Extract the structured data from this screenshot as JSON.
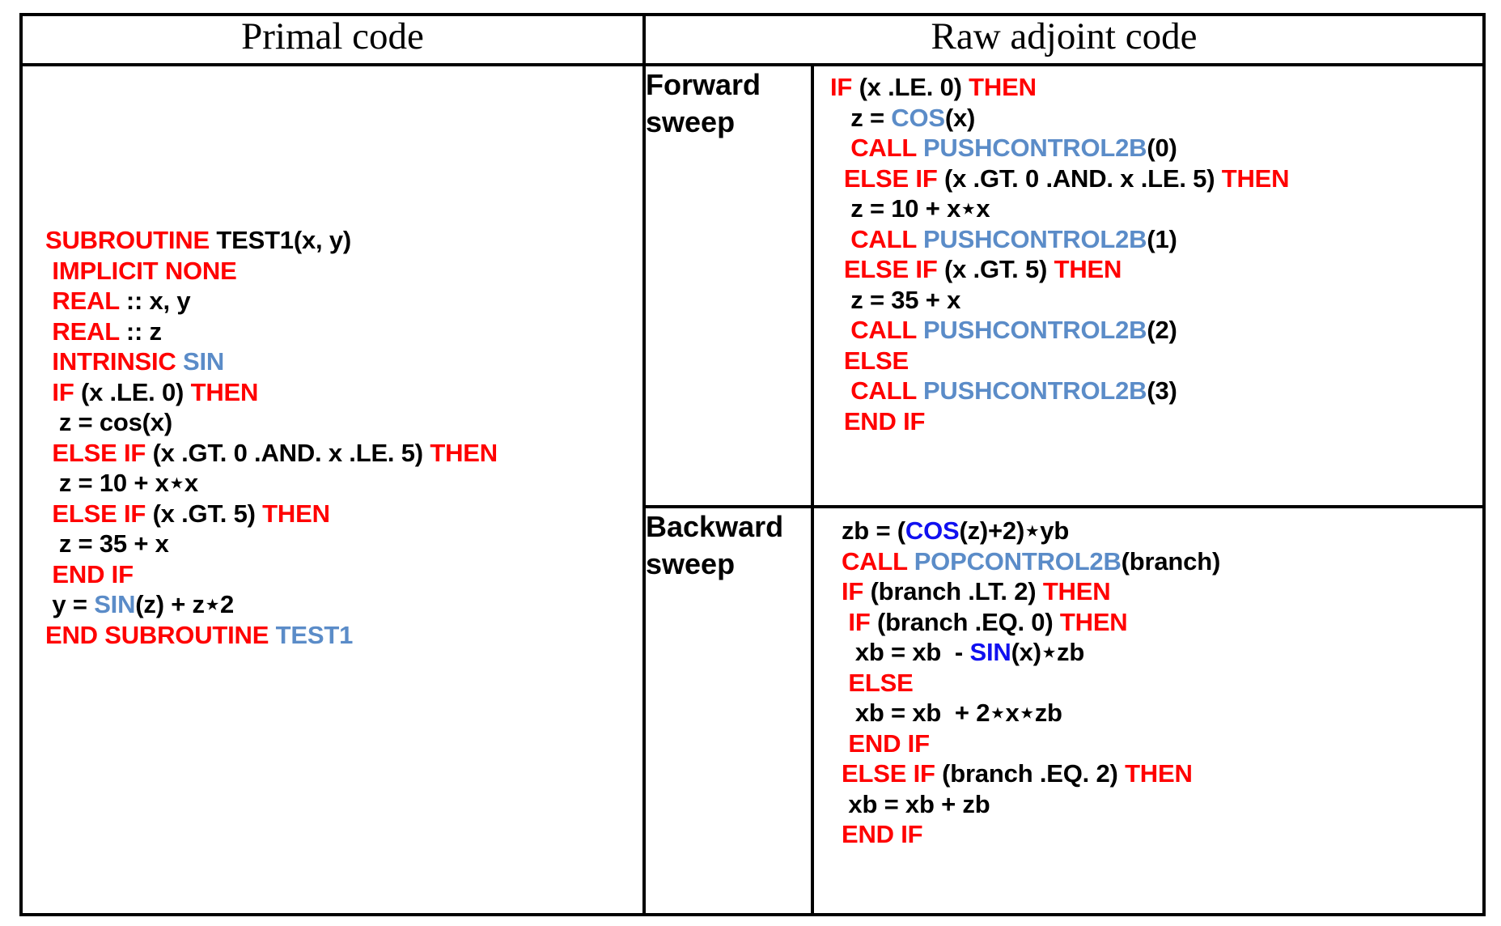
{
  "colors": {
    "keyword_red": "#ff0000",
    "intrinsic_blue": "#5b8cc8",
    "intrinsic_blue_bright": "#1010f0",
    "identifier_black": "#000000",
    "border": "#000000",
    "background": "#ffffff"
  },
  "headers": {
    "left": "Primal code",
    "right": "Raw adjoint code"
  },
  "row_labels": {
    "forward": {
      "line1": "Forward",
      "line2": "sweep"
    },
    "backward": {
      "line1": "Backward",
      "line2": "sweep"
    }
  },
  "primal_code": {
    "language": "Fortran",
    "lines": [
      [
        {
          "t": "SUBROUTINE ",
          "c": "kw"
        },
        {
          "t": "TEST1(x, y)",
          "c": "id"
        }
      ],
      [
        {
          "t": " IMPLICIT NONE",
          "c": "kw"
        }
      ],
      [
        {
          "t": " REAL ",
          "c": "kw"
        },
        {
          "t": ":: x, y",
          "c": "id"
        }
      ],
      [
        {
          "t": " REAL ",
          "c": "kw"
        },
        {
          "t": ":: z",
          "c": "id"
        }
      ],
      [
        {
          "t": " INTRINSIC ",
          "c": "kw"
        },
        {
          "t": "SIN",
          "c": "fn"
        }
      ],
      [
        {
          "t": " IF ",
          "c": "kw"
        },
        {
          "t": "(x .LE. 0) ",
          "c": "id"
        },
        {
          "t": "THEN",
          "c": "kw"
        }
      ],
      [
        {
          "t": "  z = cos(x)",
          "c": "id"
        }
      ],
      [
        {
          "t": " ELSE IF ",
          "c": "kw"
        },
        {
          "t": "(x .GT. 0 .AND. x .LE. 5) ",
          "c": "id"
        },
        {
          "t": "THEN",
          "c": "kw"
        }
      ],
      [
        {
          "t": "  z = 10 + x⋆x",
          "c": "id"
        }
      ],
      [
        {
          "t": " ELSE IF ",
          "c": "kw"
        },
        {
          "t": "(x .GT. 5) ",
          "c": "id"
        },
        {
          "t": "THEN",
          "c": "kw"
        }
      ],
      [
        {
          "t": "  z = 35 + x",
          "c": "id"
        }
      ],
      [
        {
          "t": " END IF",
          "c": "kw"
        }
      ],
      [
        {
          "t": " y = ",
          "c": "id"
        },
        {
          "t": "SIN",
          "c": "fn"
        },
        {
          "t": "(z) + z⋆2",
          "c": "id"
        }
      ],
      [
        {
          "t": "END SUBROUTINE ",
          "c": "kw"
        },
        {
          "t": "TEST1",
          "c": "fn"
        }
      ]
    ]
  },
  "forward_sweep_code": {
    "lines": [
      [
        {
          "t": "IF ",
          "c": "kw"
        },
        {
          "t": "(x .LE. 0) ",
          "c": "id"
        },
        {
          "t": "THEN",
          "c": "kw"
        }
      ],
      [
        {
          "t": "   z = ",
          "c": "id"
        },
        {
          "t": "COS",
          "c": "fn"
        },
        {
          "t": "(x)",
          "c": "id"
        }
      ],
      [
        {
          "t": "   ",
          "c": "id"
        },
        {
          "t": "CALL ",
          "c": "kw"
        },
        {
          "t": "PUSHCONTROL2B",
          "c": "fn"
        },
        {
          "t": "(0)",
          "c": "id"
        }
      ],
      [
        {
          "t": "  ELSE IF ",
          "c": "kw"
        },
        {
          "t": "(x .GT. 0 .AND. x .LE. 5) ",
          "c": "id"
        },
        {
          "t": "THEN",
          "c": "kw"
        }
      ],
      [
        {
          "t": "   z = 10 + x⋆x",
          "c": "id"
        }
      ],
      [
        {
          "t": "   ",
          "c": "id"
        },
        {
          "t": "CALL ",
          "c": "kw"
        },
        {
          "t": "PUSHCONTROL2B",
          "c": "fn"
        },
        {
          "t": "(1)",
          "c": "id"
        }
      ],
      [
        {
          "t": "  ELSE IF ",
          "c": "kw"
        },
        {
          "t": "(x .GT. 5) ",
          "c": "id"
        },
        {
          "t": "THEN",
          "c": "kw"
        }
      ],
      [
        {
          "t": "   z = 35 + x",
          "c": "id"
        }
      ],
      [
        {
          "t": "   ",
          "c": "id"
        },
        {
          "t": "CALL ",
          "c": "kw"
        },
        {
          "t": "PUSHCONTROL2B",
          "c": "fn"
        },
        {
          "t": "(2)",
          "c": "id"
        }
      ],
      [
        {
          "t": "  ELSE",
          "c": "kw"
        }
      ],
      [
        {
          "t": "   ",
          "c": "id"
        },
        {
          "t": "CALL ",
          "c": "kw"
        },
        {
          "t": "PUSHCONTROL2B",
          "c": "fn"
        },
        {
          "t": "(3)",
          "c": "id"
        }
      ],
      [
        {
          "t": "  END IF",
          "c": "kw"
        }
      ]
    ]
  },
  "backward_sweep_code": {
    "lines": [
      [
        {
          "t": "zb = (",
          "c": "id"
        },
        {
          "t": "COS",
          "c": "fn2"
        },
        {
          "t": "(z)+2)⋆yb",
          "c": "id"
        }
      ],
      [
        {
          "t": "CALL ",
          "c": "kw"
        },
        {
          "t": "POPCONTROL2B",
          "c": "fn"
        },
        {
          "t": "(branch)",
          "c": "id"
        }
      ],
      [
        {
          "t": "IF ",
          "c": "kw"
        },
        {
          "t": "(branch .LT. 2) ",
          "c": "id"
        },
        {
          "t": "THEN",
          "c": "kw"
        }
      ],
      [
        {
          "t": " IF ",
          "c": "kw"
        },
        {
          "t": "(branch .EQ. 0) ",
          "c": "id"
        },
        {
          "t": "THEN",
          "c": "kw"
        }
      ],
      [
        {
          "t": "  xb = xb  - ",
          "c": "id"
        },
        {
          "t": "SIN",
          "c": "fn2"
        },
        {
          "t": "(x)⋆zb",
          "c": "id"
        }
      ],
      [
        {
          "t": " ELSE",
          "c": "kw"
        }
      ],
      [
        {
          "t": "  xb = xb  + 2⋆x⋆zb",
          "c": "id"
        }
      ],
      [
        {
          "t": " END IF",
          "c": "kw"
        }
      ],
      [
        {
          "t": "ELSE IF ",
          "c": "kw"
        },
        {
          "t": "(branch .EQ. 2) ",
          "c": "id"
        },
        {
          "t": "THEN",
          "c": "kw"
        }
      ],
      [
        {
          "t": " xb = xb + zb",
          "c": "id"
        }
      ],
      [
        {
          "t": "END IF",
          "c": "kw"
        }
      ]
    ]
  }
}
